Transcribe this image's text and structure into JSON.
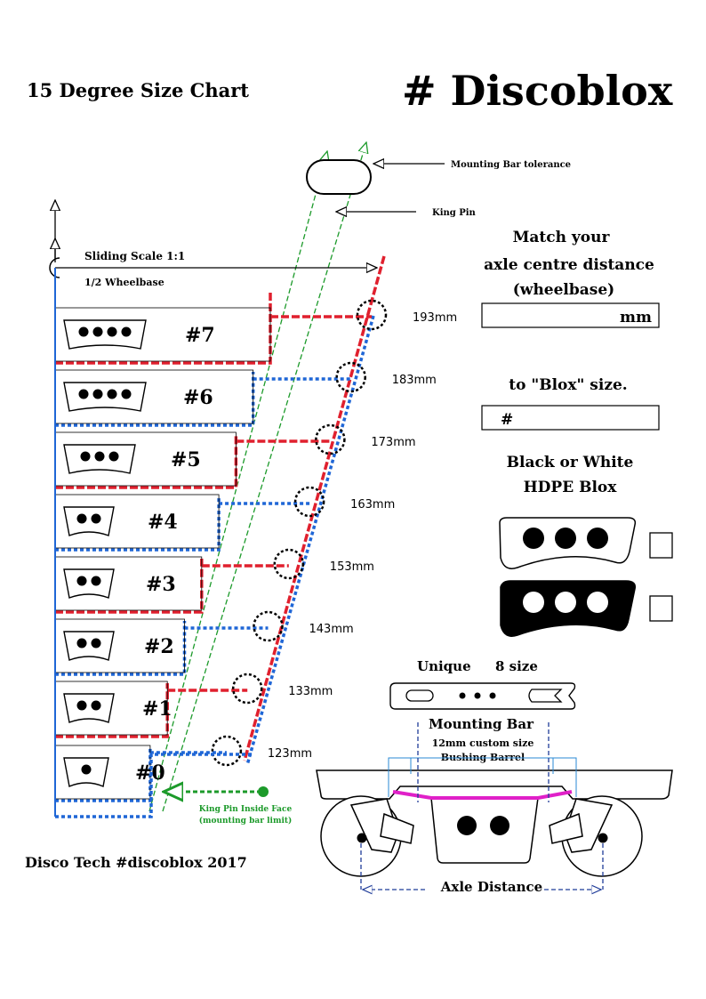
{
  "header": {
    "chart_title": "15 Degree Size Chart",
    "brand": "# Discoblox"
  },
  "diagram": {
    "mounting_bar_tolerance": "Mounting Bar tolerance",
    "king_pin": "King Pin",
    "sliding_scale": "Sliding Scale 1:1",
    "half_wheelbase": "1/2 Wheelbase",
    "king_pin_inside_face": "King Pin Inside Face",
    "mounting_bar_limit": "(mounting bar limit)",
    "colors": {
      "red": "#e0202e",
      "blue": "#1f66d6",
      "green": "#1c9a2a"
    },
    "sizes": [
      {
        "label": "#7",
        "mm": "193mm",
        "holes": 4
      },
      {
        "label": "#6",
        "mm": "183mm",
        "holes": 4
      },
      {
        "label": "#5",
        "mm": "173mm",
        "holes": 3
      },
      {
        "label": "#4",
        "mm": "163mm",
        "holes": 2
      },
      {
        "label": "#3",
        "mm": "153mm",
        "holes": 2
      },
      {
        "label": "#2",
        "mm": "143mm",
        "holes": 2
      },
      {
        "label": "#1",
        "mm": "133mm",
        "holes": 2
      },
      {
        "label": "#0",
        "mm": "123mm",
        "holes": 1
      }
    ]
  },
  "form": {
    "match_line1": "Match your",
    "match_line2": "axle centre distance",
    "match_line3": "(wheelbase)",
    "mm_value": "mm",
    "to_blox": "to \"Blox\" size.",
    "blox_value": "#",
    "color_line1": "Black or White",
    "color_line2": "HDPE Blox"
  },
  "bar_section": {
    "unique": "Unique",
    "eight_size": "8 size",
    "mounting_bar": "Mounting Bar",
    "custom_size": "12mm custom size",
    "bushing_barrel": "Bushing Barrel",
    "axle_distance": "Axle Distance"
  },
  "footer": {
    "credit": "Disco Tech #discoblox 2017"
  }
}
